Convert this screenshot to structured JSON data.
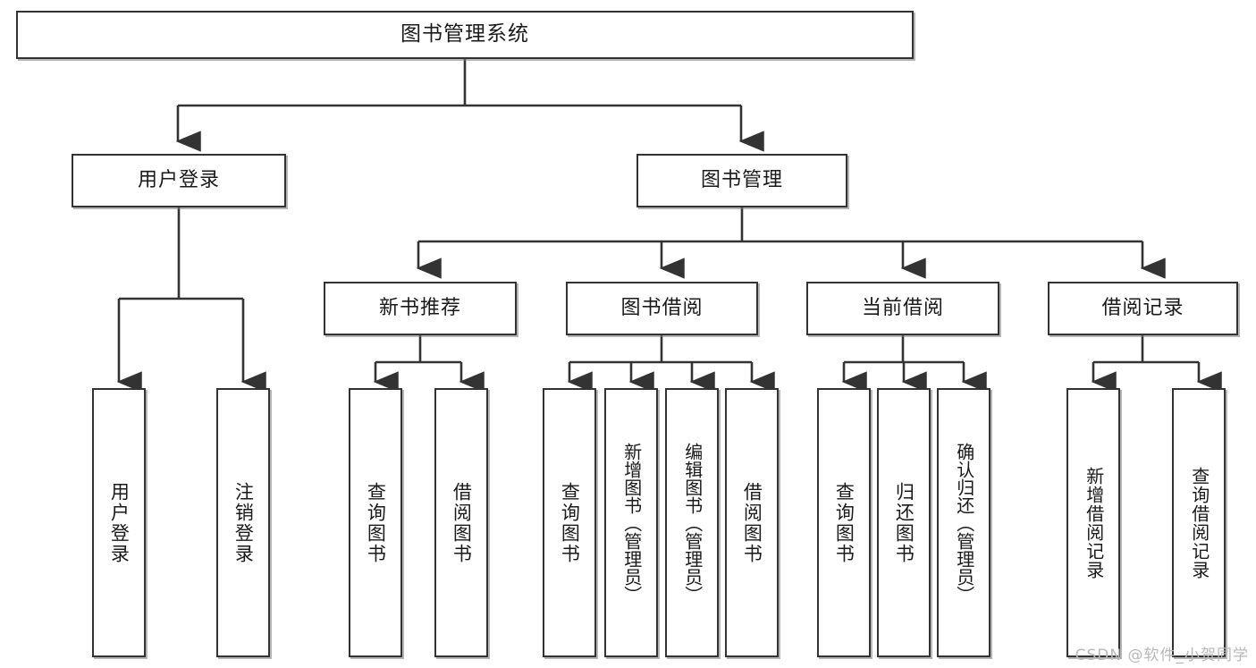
{
  "diagram": {
    "title": "图书管理系统",
    "type": "tree",
    "watermark": "CSDN @软件_小贺同学",
    "colors": {
      "box_border": "#333333",
      "box_fill": "#ffffff",
      "connector": "#333333",
      "text": "#1a1a1a",
      "watermark": "#b9b9b9",
      "background": "#ffffff"
    },
    "levels": {
      "root": {
        "label": "图书管理系统"
      },
      "level1": [
        {
          "label": "用户登录"
        },
        {
          "label": "图书管理"
        }
      ],
      "level2": [
        {
          "label": "新书推荐"
        },
        {
          "label": "图书借阅"
        },
        {
          "label": "当前借阅"
        },
        {
          "label": "借阅记录"
        }
      ],
      "leaves": {
        "user_login": [
          {
            "label": "用户登录"
          },
          {
            "label": "注销登录"
          }
        ],
        "new_book_recommend": [
          {
            "label": "查询图书"
          },
          {
            "label": "借阅图书"
          }
        ],
        "book_borrow": [
          {
            "label": "查询图书"
          },
          {
            "label": "新增图书（管理员）"
          },
          {
            "label": "编辑图书（管理员）"
          },
          {
            "label": "借阅图书"
          }
        ],
        "current_borrow": [
          {
            "label": "查询图书"
          },
          {
            "label": "归还图书"
          },
          {
            "label": "确认归还（管理员）"
          }
        ],
        "borrow_record": [
          {
            "label": "新增借阅记录"
          },
          {
            "label": "查询借阅记录"
          }
        ]
      }
    }
  }
}
